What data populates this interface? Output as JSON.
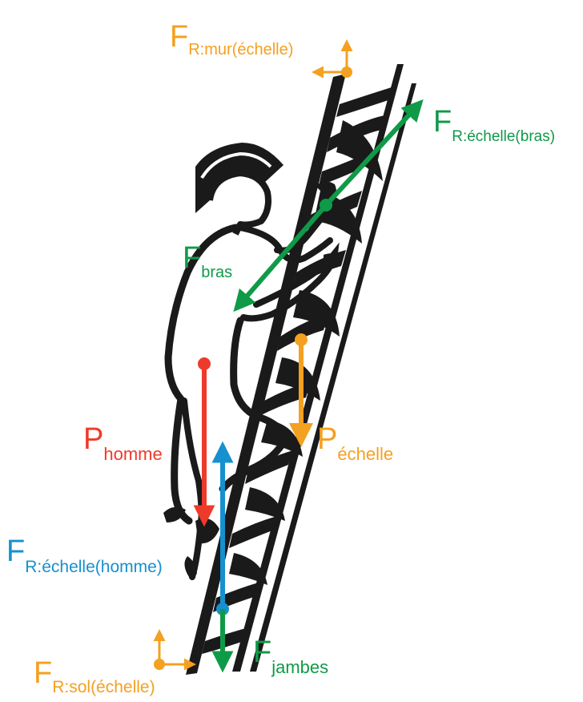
{
  "colors": {
    "orange": "#F4A020",
    "green": "#0F9A48",
    "red": "#EE3A2B",
    "blue": "#1690CF",
    "ink": "#1a1a1a",
    "background": "#FFFFFF"
  },
  "labels": {
    "f_mur": {
      "main": "F",
      "sub": "R:mur(échelle)"
    },
    "f_bras_r": {
      "main": "F",
      "sub": "R:échelle(bras)"
    },
    "f_bras": {
      "main": "F",
      "sub": "bras"
    },
    "p_homme": {
      "main": "P",
      "sub": "homme"
    },
    "p_echelle": {
      "main": "P",
      "sub": "échelle"
    },
    "f_homme": {
      "main": "F",
      "sub": "R:échelle(homme)"
    },
    "f_jambes": {
      "main": "F",
      "sub": "jambes"
    },
    "f_sol": {
      "main": "F",
      "sub": "R:sol(échelle)"
    }
  },
  "icons": {
    "figure": "man-climbing-ladder-icon",
    "ladder": "ladder-icon"
  }
}
